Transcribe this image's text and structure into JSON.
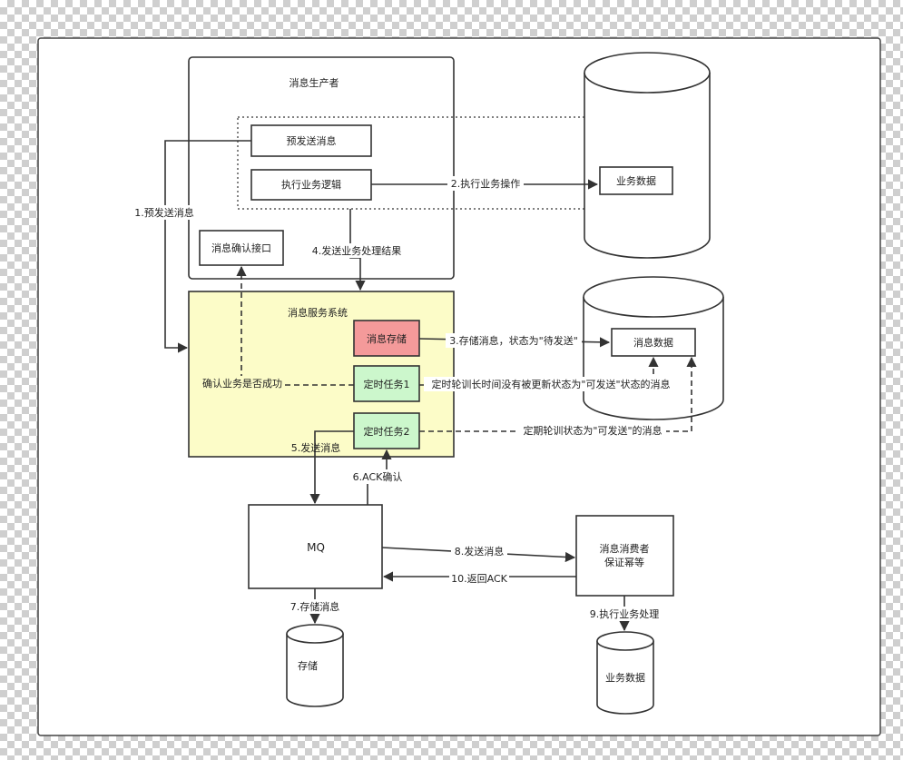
{
  "producer": {
    "title": "消息生产者",
    "pre_send": "预发送消息",
    "exec_logic": "执行业务逻辑",
    "confirm_api": "消息确认接口"
  },
  "service": {
    "title": "消息服务系统",
    "store": "消息存储",
    "timer1": "定时任务1",
    "timer2": "定时任务2"
  },
  "db_business": {
    "label": "业务数据"
  },
  "db_message": {
    "label": "消息数据"
  },
  "mq": {
    "label": "MQ"
  },
  "storage": {
    "label": "存储"
  },
  "consumer": {
    "line1": "消息消费者",
    "line2": "保证幂等"
  },
  "db_consumer": {
    "label": "业务数据"
  },
  "steps": {
    "s1": "1.预发送消息",
    "s2": "2.执行业务操作",
    "s3": "3.存储消息，状态为\"待发送\"",
    "s4": "4.发送业务处理结果",
    "s5": "5.发送消息",
    "s6": "6.ACK确认",
    "s7": "7.存储消息",
    "s8": "8.发送消息",
    "s9": "9.执行业务处理",
    "s10": "10.返回ACK",
    "confirm_success": "确认业务是否成功",
    "poll_timeout": "定时轮训长时间没有被更新状态为\"可发送\"状态的消息",
    "poll_sendable": "定期轮训状态为\"可发送\"的消息"
  },
  "colors": {
    "service_bg": "#fcfcc8",
    "store_fill": "#f49a9a",
    "timer_fill": "#ccf7cc",
    "border": "#333333"
  }
}
